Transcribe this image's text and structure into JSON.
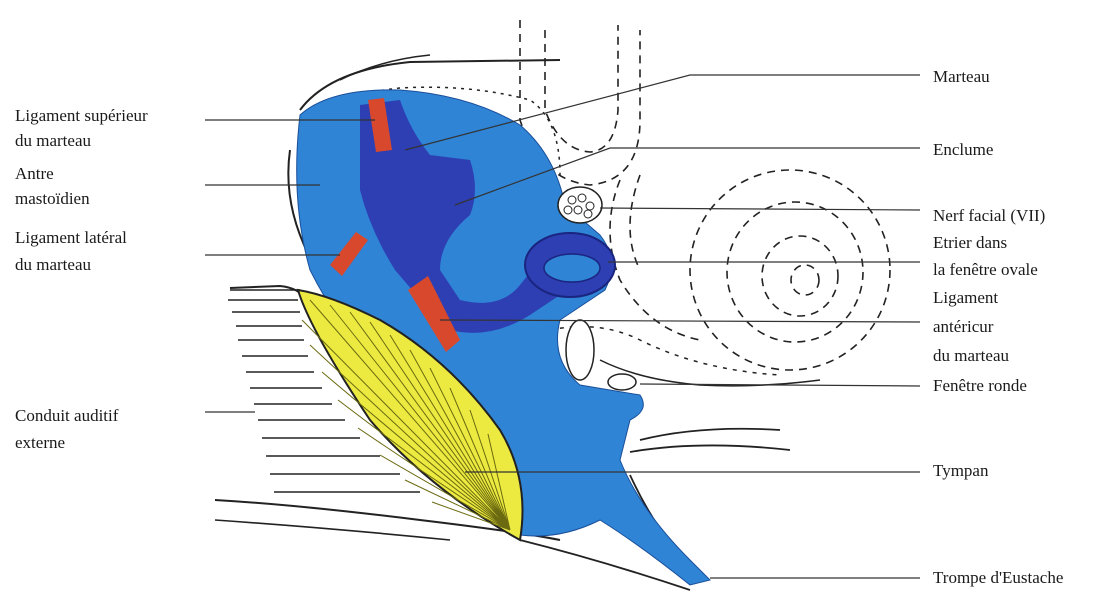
{
  "labels_left": {
    "ligament_superieur_1": "Ligament supérieur",
    "ligament_superieur_2": "du marteau",
    "antre_1": "Antre",
    "antre_2": "mastoïdien",
    "ligament_lateral_1": "Ligament latéral",
    "ligament_lateral_2": "du marteau",
    "conduit_1": "Conduit auditif",
    "conduit_2": "externe"
  },
  "labels_right": {
    "marteau": "Marteau",
    "enclume": "Enclume",
    "nerf_facial": "Nerf facial (VII)",
    "etrier_1": "Etrier dans",
    "etrier_2": "la fenêtre ovale",
    "ligament_anterieur_1": "Ligament",
    "ligament_anterieur_2": "antéricur",
    "ligament_anterieur_3": "du marteau",
    "fenetre_ronde": "Fenêtre ronde",
    "tympan": "Tympan",
    "trompe": "Trompe d'Eustache"
  },
  "colors": {
    "cavity": "#2f84d6",
    "ossicles": "#2e3fb3",
    "ligaments": "#d8482c",
    "tympan": "#ecea40",
    "outline": "#222222"
  }
}
